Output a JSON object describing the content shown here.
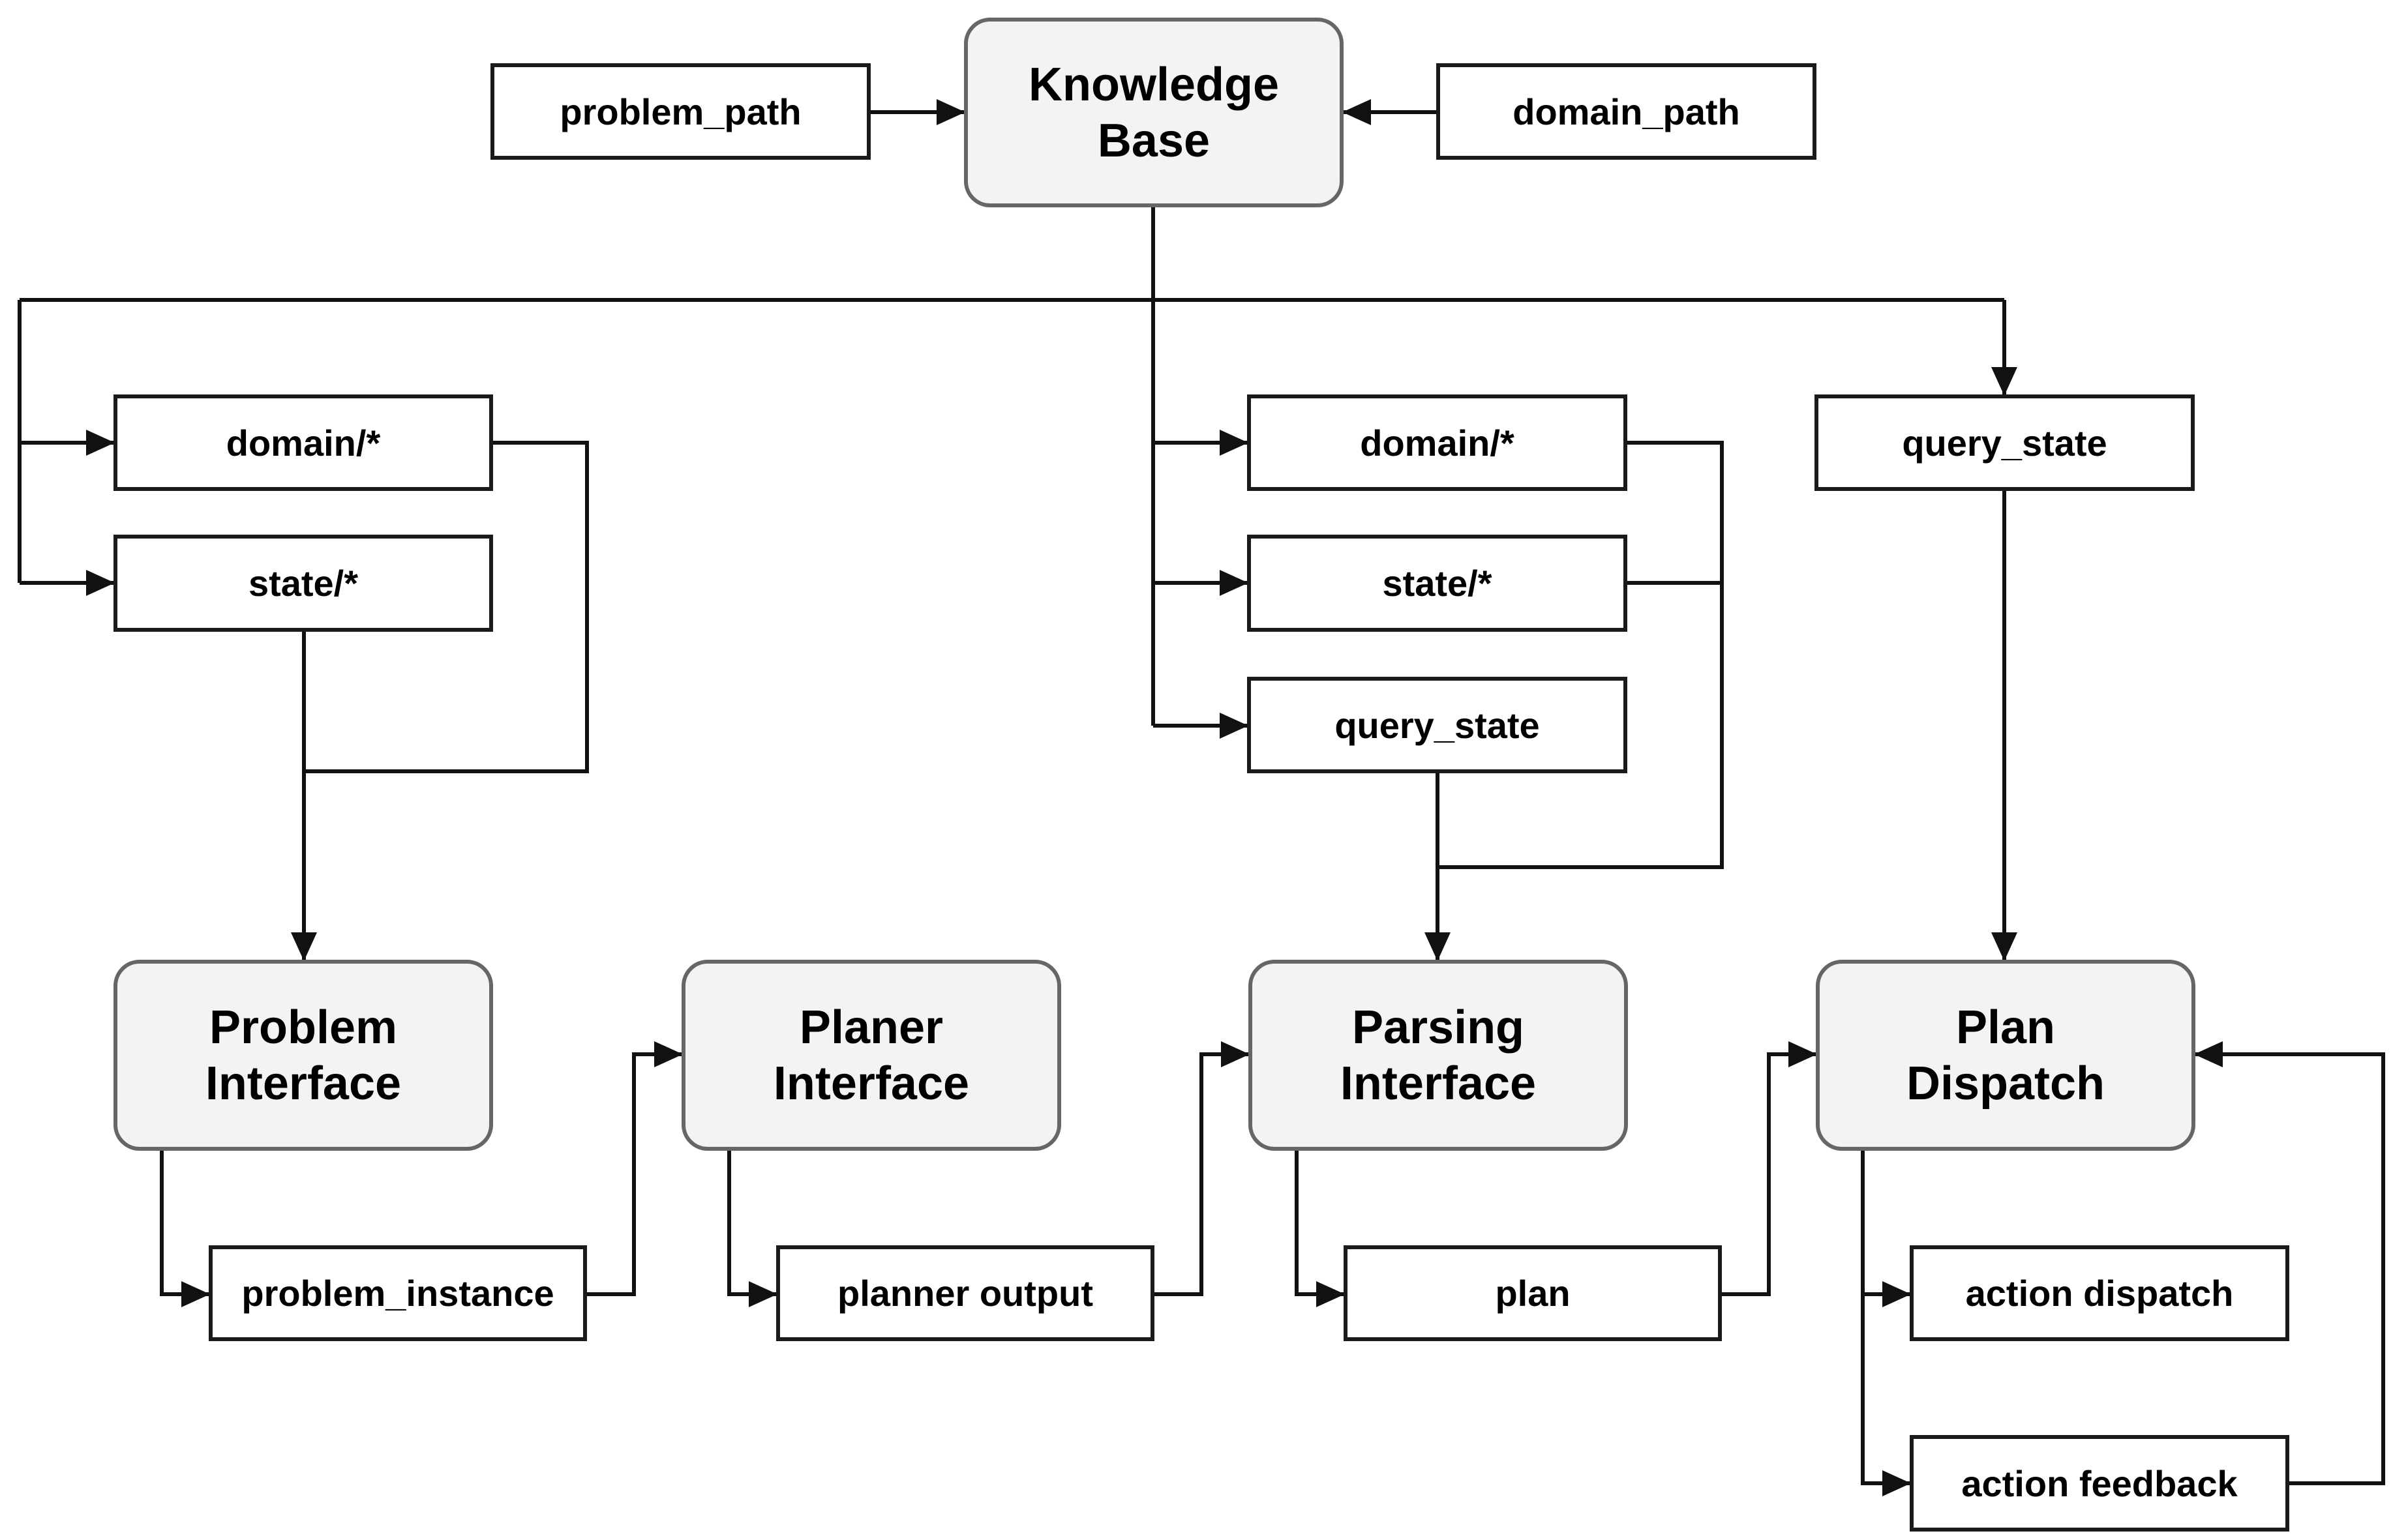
{
  "nodes": {
    "knowledge_base": {
      "line1": "Knowledge",
      "line2": "Base"
    },
    "problem_interface": {
      "line1": "Problem",
      "line2": "Interface"
    },
    "planner_interface": {
      "line1": "Planer",
      "line2": "Interface"
    },
    "parsing_interface": {
      "line1": "Parsing",
      "line2": "Interface"
    },
    "plan_dispatch": {
      "line1": "Plan",
      "line2": "Dispatch"
    }
  },
  "topics": {
    "problem_path": "problem_path",
    "domain_path": "domain_path",
    "problem_domain": "domain/*",
    "problem_state": "state/*",
    "parsing_domain": "domain/*",
    "parsing_state": "state/*",
    "parsing_query_state": "query_state",
    "dispatch_query_state": "query_state",
    "problem_instance": "problem_instance",
    "planner_output": "planner output",
    "plan": "plan",
    "action_dispatch": "action dispatch",
    "action_feedback": "action feedback"
  },
  "colors": {
    "line": "#111111",
    "node_fill": "#f3f3f3",
    "node_border": "#666666",
    "topic_border": "#1a1a1a"
  }
}
